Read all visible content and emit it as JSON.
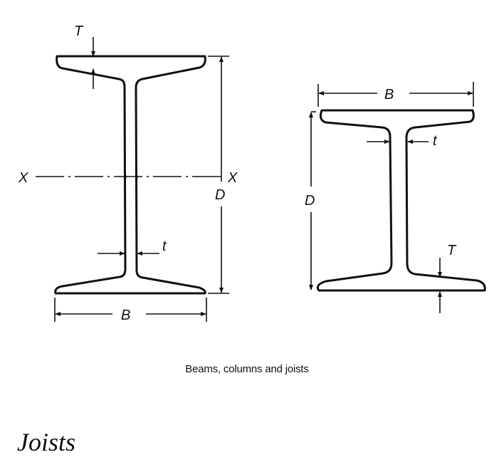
{
  "diagram": {
    "left_section": {
      "flange_thickness": "T",
      "web_thickness": "t",
      "depth": "D",
      "breadth": "B",
      "axis_left": "X",
      "axis_right": "X"
    },
    "right_section": {
      "flange_thickness": "T",
      "web_thickness": "t",
      "depth": "D",
      "breadth": "B"
    },
    "caption": "Beams, columns and joists"
  },
  "heading": "Joists"
}
